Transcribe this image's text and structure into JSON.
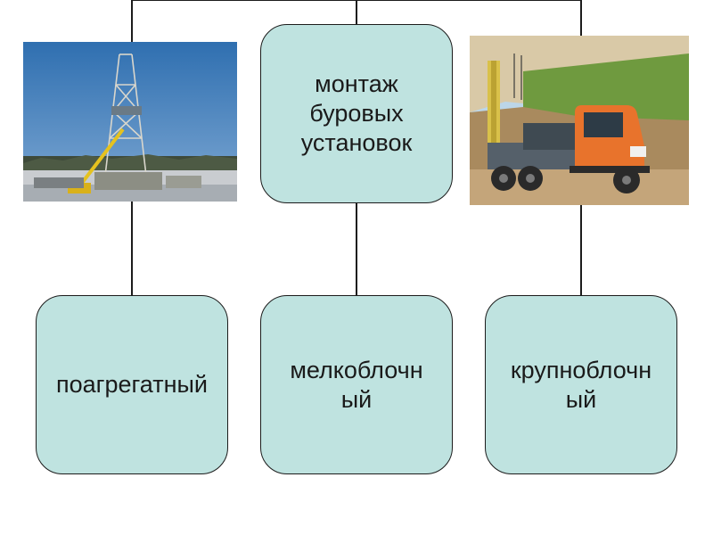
{
  "diagram": {
    "root": {
      "label": "монтаж\nбуровых\nустановок"
    },
    "children": [
      {
        "label": "поагрегатный"
      },
      {
        "label": "мелкоблочн\nый"
      },
      {
        "label": "крупноблочн\nый"
      }
    ],
    "colors": {
      "node_fill": "#bfe3e0",
      "node_border": "#1c1c1c",
      "connector": "#1c1c1c"
    }
  },
  "images": [
    {
      "subject": "drilling-rig-photo"
    },
    {
      "subject": "orange-truck-mounted-drill-photo"
    }
  ]
}
